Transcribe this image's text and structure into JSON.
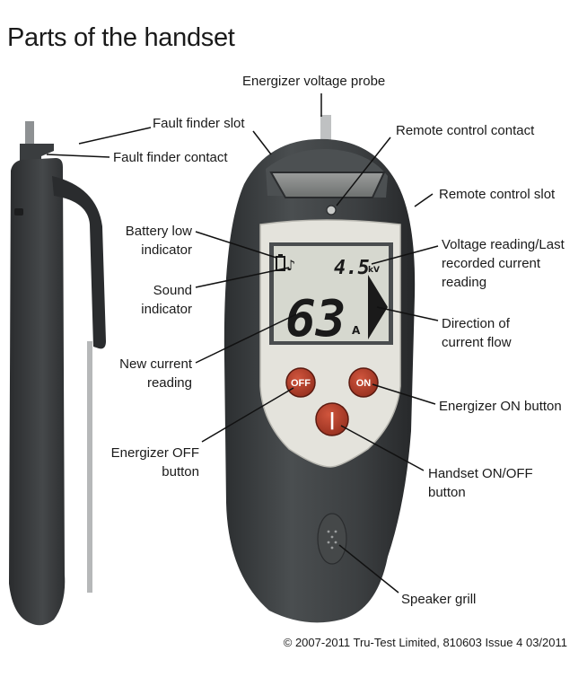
{
  "title": "Parts of the handset",
  "labels": {
    "energizer_voltage_probe": "Energizer voltage probe",
    "fault_finder_slot": "Fault finder slot",
    "fault_finder_contact": "Fault finder contact",
    "remote_control_contact": "Remote control contact",
    "remote_control_slot": "Remote control slot",
    "battery_low_indicator": [
      "Battery low",
      "indicator"
    ],
    "sound_indicator": [
      "Sound",
      "indicator"
    ],
    "voltage_reading": [
      "Voltage reading/Last",
      "recorded current",
      "reading"
    ],
    "direction_of_current_flow": [
      "Direction of",
      "current flow"
    ],
    "new_current_reading": [
      "New current",
      "reading"
    ],
    "energizer_on_button": "Energizer ON button",
    "energizer_off_button": [
      "Energizer OFF",
      "button"
    ],
    "handset_on_off_button": [
      "Handset ON/OFF",
      "button"
    ],
    "speaker_grill": "Speaker grill"
  },
  "display": {
    "voltage_value": "4.5",
    "voltage_unit": "kV",
    "current_value": "63",
    "current_unit": "A"
  },
  "buttons": {
    "off_label": "OFF",
    "on_label": "ON",
    "power_symbol": "|"
  },
  "colors": {
    "body_dark": "#3a3d3f",
    "face_light": "#e4e3dc",
    "button_red": "#b83e2a",
    "lcd": "#d6d8cf"
  },
  "copyright": "© 2007-2011 Tru-Test Limited, 810603 Issue 4  03/2011"
}
